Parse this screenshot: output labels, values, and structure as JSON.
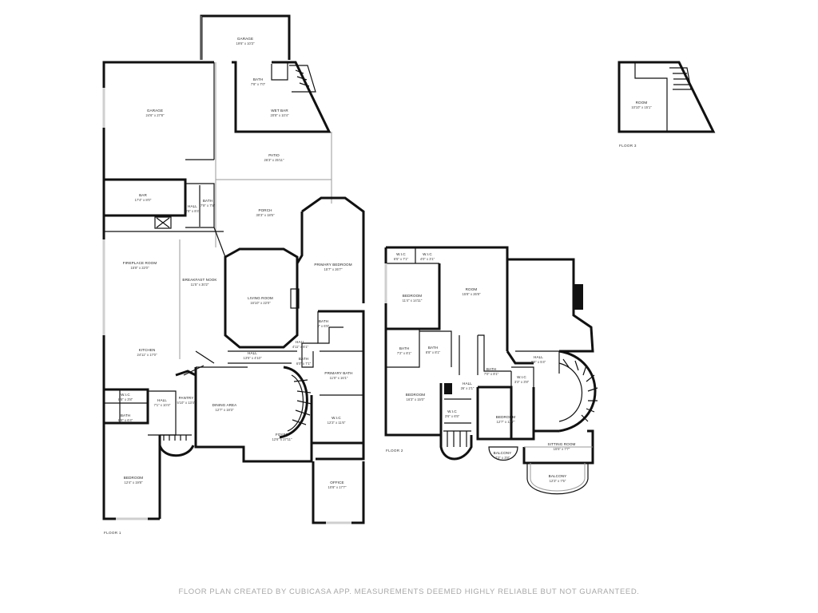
{
  "floors": [
    {
      "label": "FLOOR 1"
    },
    {
      "label": "FLOOR 2"
    },
    {
      "label": "FLOOR 3"
    }
  ],
  "rooms": [
    {
      "name": "GARAGE",
      "dims": "19'6\" x 10'3\""
    },
    {
      "name": "GARAGE",
      "dims": "24'6\" x 27'8\""
    },
    {
      "name": "BATH",
      "dims": "7'8\" x 7'0\""
    },
    {
      "name": "WET BAR",
      "dims": "20'8\" x 10'4\""
    },
    {
      "name": "PATIO",
      "dims": "26'3\" x 25'11\""
    },
    {
      "name": "BAR",
      "dims": "17'4\" x 8'0\""
    },
    {
      "name": "HALL",
      "dims": "3'8\" x 8'4\""
    },
    {
      "name": "BATH",
      "dims": "7'9\" x 7'8\""
    },
    {
      "name": "PORCH",
      "dims": "30'3\" x 18'5\""
    },
    {
      "name": "PRIMARY BEDROOM",
      "dims": "15'7\" x 26'7\""
    },
    {
      "name": "FIREPLACE ROOM",
      "dims": "15'8\" x 22'0\""
    },
    {
      "name": "BREAKFAST NOOK",
      "dims": "11'5\" x 30'2\""
    },
    {
      "name": "LIVING ROOM",
      "dims": "16'10\" x 22'0\""
    },
    {
      "name": "BATH",
      "dims": "7' x 6'8\""
    },
    {
      "name": "HALL",
      "dims": "4'11\" x 6'1\""
    },
    {
      "name": "BATH",
      "dims": "6'0\" x 7'1\""
    },
    {
      "name": "KITCHEN",
      "dims": "24'11\" x 17'0\""
    },
    {
      "name": "HALL",
      "dims": "13'5\" x 4'10\""
    },
    {
      "name": "PRIMARY BATH",
      "dims": "11'0\" x 16'1\""
    },
    {
      "name": "W.I.C",
      "dims": "8'8\" x 3'8\""
    },
    {
      "name": "HALL",
      "dims": "7'1\" x 10'4\""
    },
    {
      "name": "PANTRY",
      "dims": "5'10\" x 13'4\""
    },
    {
      "name": "BATH",
      "dims": "8'8\" x 6'4\""
    },
    {
      "name": "DINING AREA",
      "dims": "12'7\" x 18'3\""
    },
    {
      "name": "W.I.C",
      "dims": "12'3\" x 11'6\""
    },
    {
      "name": "FOYER",
      "dims": "12'6\" x 27'11\""
    },
    {
      "name": "BEDROOM",
      "dims": "12'4\" x 19'8\""
    },
    {
      "name": "OFFICE",
      "dims": "10'8\" x 17'7\""
    },
    {
      "name": "W.I.C",
      "dims": "6'5\" x 7'1\""
    },
    {
      "name": "W.I.C",
      "dims": "4'0\" x 3'1\""
    },
    {
      "name": "ROOM",
      "dims": "15'8\" x 26'8\""
    },
    {
      "name": "BEDROOM",
      "dims": "11'4\" x 14'11\""
    },
    {
      "name": "BATH",
      "dims": "7'2\" x 8'1\""
    },
    {
      "name": "BATH",
      "dims": "8'8\" x 8'1\""
    },
    {
      "name": "HALL",
      "dims": "8'8\" x 5'4\""
    },
    {
      "name": "BATH",
      "dims": "7'0\" x 8'1\""
    },
    {
      "name": "W.I.C",
      "dims": "3'3\" x 3'8\""
    },
    {
      "name": "HALL",
      "dims": "26' x 2'1\""
    },
    {
      "name": "BEDROOM",
      "dims": "16'3\" x 15'0\""
    },
    {
      "name": "W.I.C",
      "dims": "3'6\" x 6'5\""
    },
    {
      "name": "BEDROOM",
      "dims": "12'7\" x 13'7\""
    },
    {
      "name": "SITTING ROOM",
      "dims": "15'5\" x 7'7\""
    },
    {
      "name": "BALCONY",
      "dims": "7'3\" x 3'8\""
    },
    {
      "name": "BALCONY",
      "dims": "12'3\" x 7'5\""
    },
    {
      "name": "ROOM",
      "dims": "10'10\" x 15'1\""
    }
  ],
  "footer": "FLOOR PLAN CREATED BY CUBICASA APP. MEASUREMENTS DEEMED HIGHLY RELIABLE BUT NOT GUARANTEED."
}
